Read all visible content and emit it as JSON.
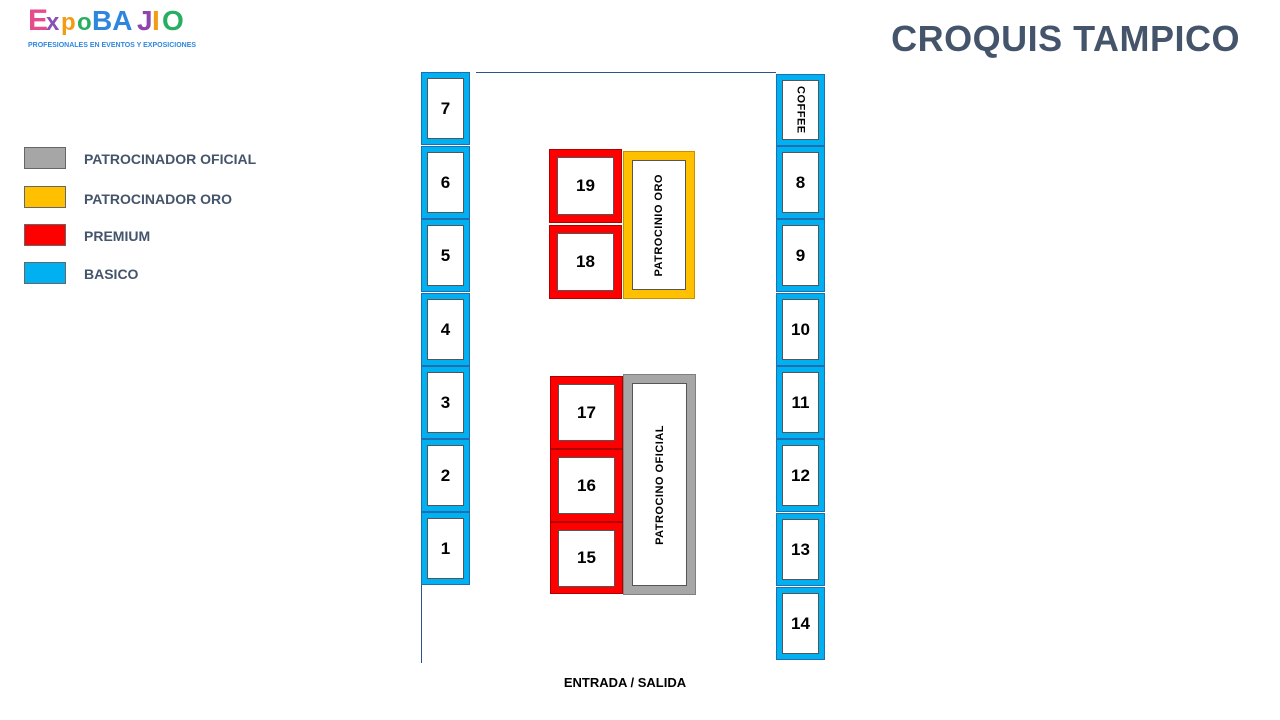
{
  "header": {
    "title": "CROQUIS TAMPICO"
  },
  "logo": {
    "wordmark": "ExpoBAJIO",
    "tagline": "PROFESIONALES EN EVENTOS Y EXPOSICIONES"
  },
  "legend": [
    {
      "label": "PATROCINADOR OFICIAL",
      "color": "#a6a6a6"
    },
    {
      "label": "PATROCINADOR ORO",
      "color": "#ffc000"
    },
    {
      "label": "PREMIUM",
      "color": "#ff0000"
    },
    {
      "label": "BASICO",
      "color": "#00b0f0"
    }
  ],
  "booths": {
    "b1": "1",
    "b2": "2",
    "b3": "3",
    "b4": "4",
    "b5": "5",
    "b6": "6",
    "b7": "7",
    "coffee": "COFFEE",
    "b8": "8",
    "b9": "9",
    "b10": "10",
    "b11": "11",
    "b12": "12",
    "b13": "13",
    "b14": "14",
    "b15": "15",
    "b16": "16",
    "b17": "17",
    "b18": "18",
    "b19": "19",
    "oro": "PATROCINIO ORO",
    "oficial": "PATROCINO OFICIAL"
  },
  "entrance": "ENTRADA / SALIDA"
}
